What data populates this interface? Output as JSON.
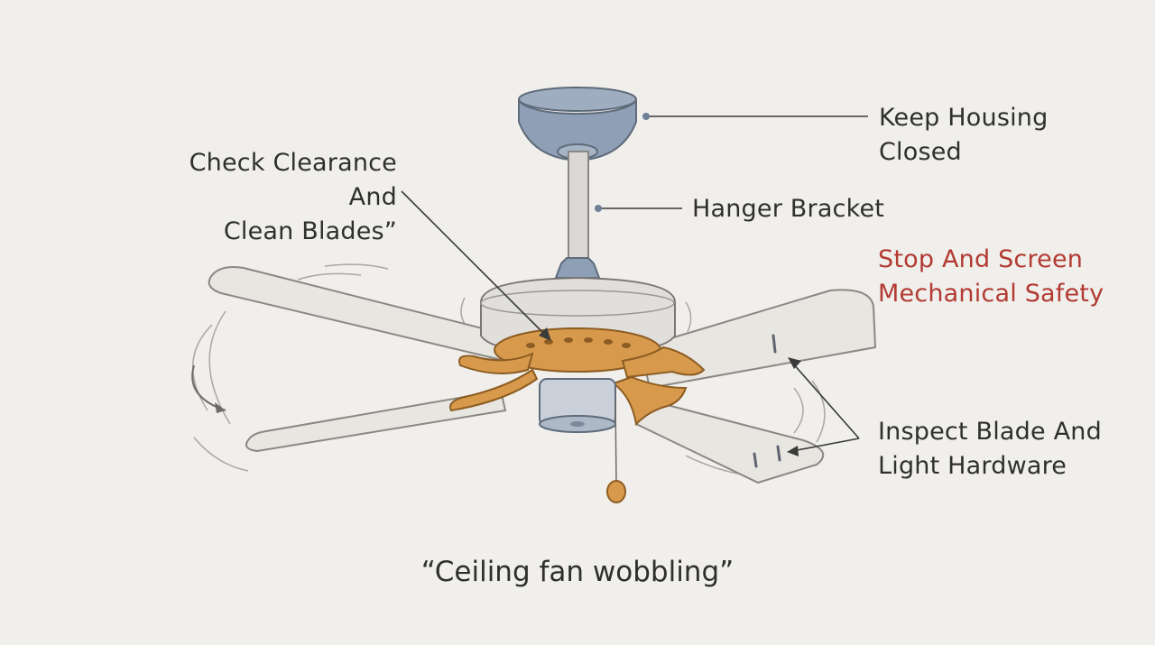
{
  "labels": {
    "housing": [
      "Keep Housing",
      "Closed"
    ],
    "bracket": "Hanger Bracket",
    "clearance": [
      "Check Clearance And",
      "Clean Blades”"
    ],
    "safety": [
      "Stop And Screen",
      "Mechanical Safety"
    ],
    "hardware": [
      "Inspect Blade And",
      "Light Hardware"
    ]
  },
  "caption": "“Ceiling fan wobbling”",
  "colors": {
    "background": "#f0efeb",
    "warning_text": "#b23a32",
    "housing_blue": "#8fa0b6",
    "bracket_orange": "#d79a4c",
    "blade": "#e8e6e1"
  }
}
